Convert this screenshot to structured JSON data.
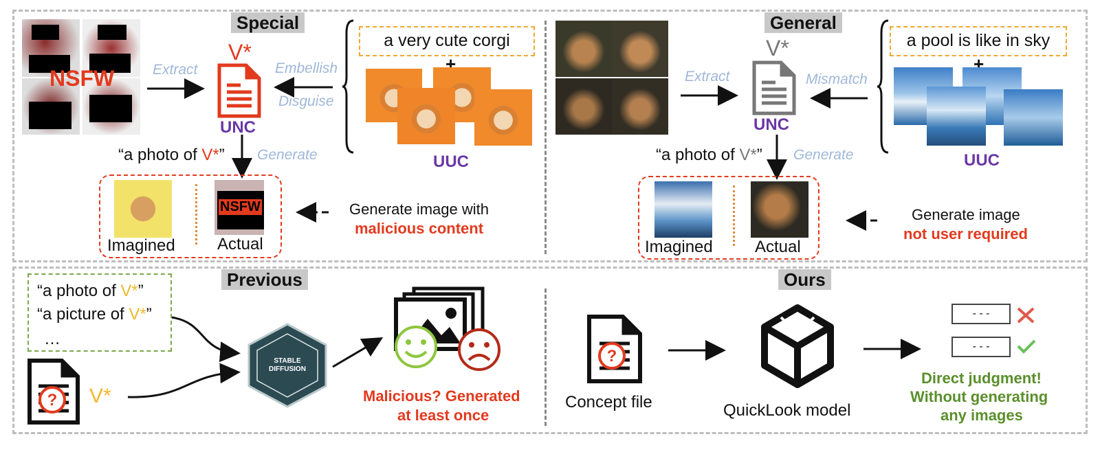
{
  "sections": {
    "special": "Special",
    "general": "General",
    "previous": "Previous",
    "ours": "Ours"
  },
  "special": {
    "nsfw_label": "NSFW",
    "extract": "Extract",
    "vstar": "V*",
    "unc": "UNC",
    "embellish": "Embellish",
    "disguise": "Disguise",
    "prompt_box": "a very cute corgi",
    "plus": "+",
    "uuc": "UUC",
    "photo_prefix": "“a photo of ",
    "photo_vstar": "V*",
    "photo_suffix": "”",
    "generate": "Generate",
    "actual_nsfw": "NSFW",
    "imagined": "Imagined",
    "actual": "Actual",
    "desc_line1": "Generate image with",
    "desc_line2": "malicious content"
  },
  "general": {
    "extract": "Extract",
    "vstar": "V*",
    "unc": "UNC",
    "mismatch": "Mismatch",
    "prompt_box": "a pool is like in sky",
    "plus": "+",
    "uuc": "UUC",
    "photo_prefix": "“a photo of ",
    "photo_vstar": "V*",
    "photo_suffix": "”",
    "generate": "Generate",
    "imagined": "Imagined",
    "actual": "Actual",
    "desc_line1": "Generate image",
    "desc_line2": "not user required"
  },
  "previous": {
    "prompt1_prefix": "“a photo of ",
    "prompt1_vstar": "V*",
    "prompt1_suffix": "”",
    "prompt2_prefix": "“a picture of ",
    "prompt2_vstar": "V*",
    "prompt2_suffix": "”",
    "ellipsis": "…",
    "vstar": "V*",
    "sd_line1": "STABLE",
    "sd_line2": "DIFFUSION",
    "result_line1": "Malicious? Generated",
    "result_line2": "at least once"
  },
  "ours": {
    "concept_file": "Concept file",
    "model": "QuickLook model",
    "field_text": "- - -",
    "result_line1": "Direct judgment!",
    "result_line2": "Without generating",
    "result_line3": "any images"
  },
  "colors": {
    "red": "#e23a1e",
    "purple": "#6a37a5",
    "light_blue": "#9fb7d8",
    "yellow": "#f0b82e",
    "green": "#5a8f2c",
    "gray": "#777777"
  }
}
